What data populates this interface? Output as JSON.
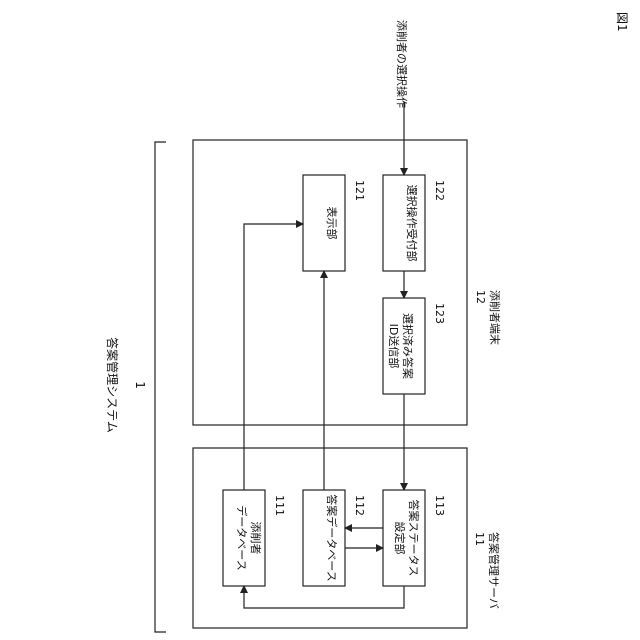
{
  "figure_label": "図1",
  "system": {
    "name": "答案管理システム",
    "number": "1"
  },
  "server": {
    "name": "答案管理サーバ",
    "number": "11",
    "modules": [
      {
        "number": "111",
        "lines": [
          "添削者",
          "データベース"
        ]
      },
      {
        "number": "112",
        "lines": [
          "答案データベース"
        ]
      },
      {
        "number": "113",
        "lines": [
          "答案ステータス",
          "設定部"
        ]
      }
    ]
  },
  "terminal": {
    "name": "添削者端末",
    "number": "12",
    "modules": [
      {
        "number": "121",
        "lines": [
          "表示部"
        ]
      },
      {
        "number": "122",
        "lines": [
          "選択操作受付部"
        ]
      },
      {
        "number": "123",
        "lines": [
          "選択済み答案",
          "ID送信部"
        ]
      }
    ]
  },
  "input_operation": "添削者の選択操作"
}
